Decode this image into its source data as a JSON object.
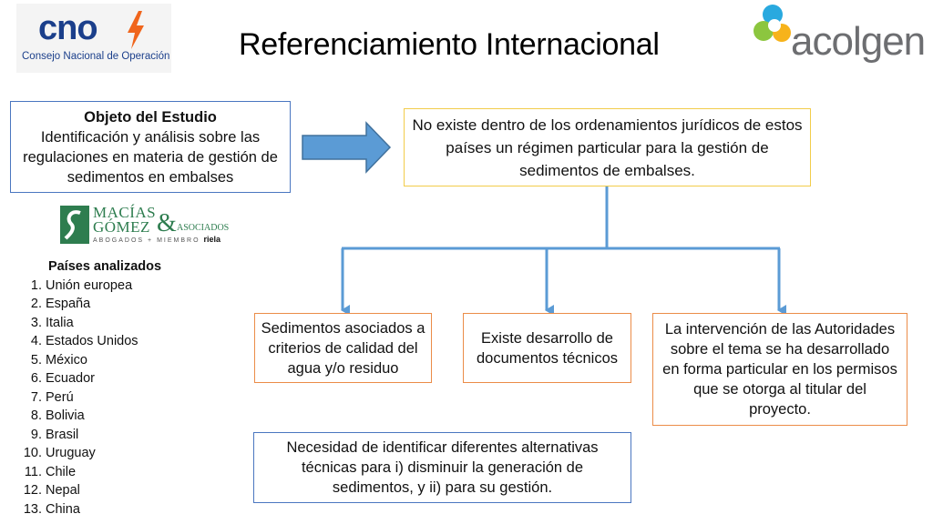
{
  "title": "Referenciamiento Internacional",
  "logos": {
    "cno_mark": "cno",
    "cno_subtitle": "Consejo Nacional de Operación",
    "acolgen": "acolgen",
    "macias_line1": "MACÍAS",
    "macias_line2": "GÓMEZ",
    "macias_amp": "&",
    "macias_asociados": "ASOCIADOS",
    "macias_abogados": "ABOGADOS",
    "macias_miembro": "MIEMBRO",
    "macias_riela": "riela"
  },
  "objeto": {
    "heading": "Objeto del Estudio",
    "text": "Identificación y análisis sobre las regulaciones en materia de gestión de sedimentos en embalses"
  },
  "conclusion": "No existe dentro de los ordenamientos jurídicos de estos países un régimen particular para la gestión de sedimentos de embalses.",
  "branches": [
    "Sedimentos asociados a criterios de calidad del agua y/o residuo",
    "Existe desarrollo de documentos técnicos",
    "La intervención de las Autoridades sobre el tema se ha desarrollado en forma particular en los permisos que se otorga al titular del proyecto."
  ],
  "necesidad": "Necesidad de identificar diferentes alternativas técnicas para i) disminuir la generación de sedimentos, y ii) para su gestión.",
  "paises": {
    "heading": "Países analizados",
    "items": [
      "Unión europea",
      "España",
      "Italia",
      "Estados Unidos",
      "México",
      "Ecuador",
      "Perú",
      "Bolivia",
      "Brasil",
      "Uruguay",
      "Chile",
      "Nepal",
      "China"
    ]
  },
  "colors": {
    "connector": "#5b9bd5",
    "arrow_fill": "#5b9bd5",
    "arrow_stroke": "#41719c",
    "blue_border": "#4a76c0",
    "yellow_border": "#f2cc4a",
    "orange_border": "#eb8c48",
    "cno_blue": "#1b3f8b",
    "cno_orange": "#f0651c",
    "acolgen_gray": "#6d6e71",
    "macias_green": "#2e7d4f"
  }
}
